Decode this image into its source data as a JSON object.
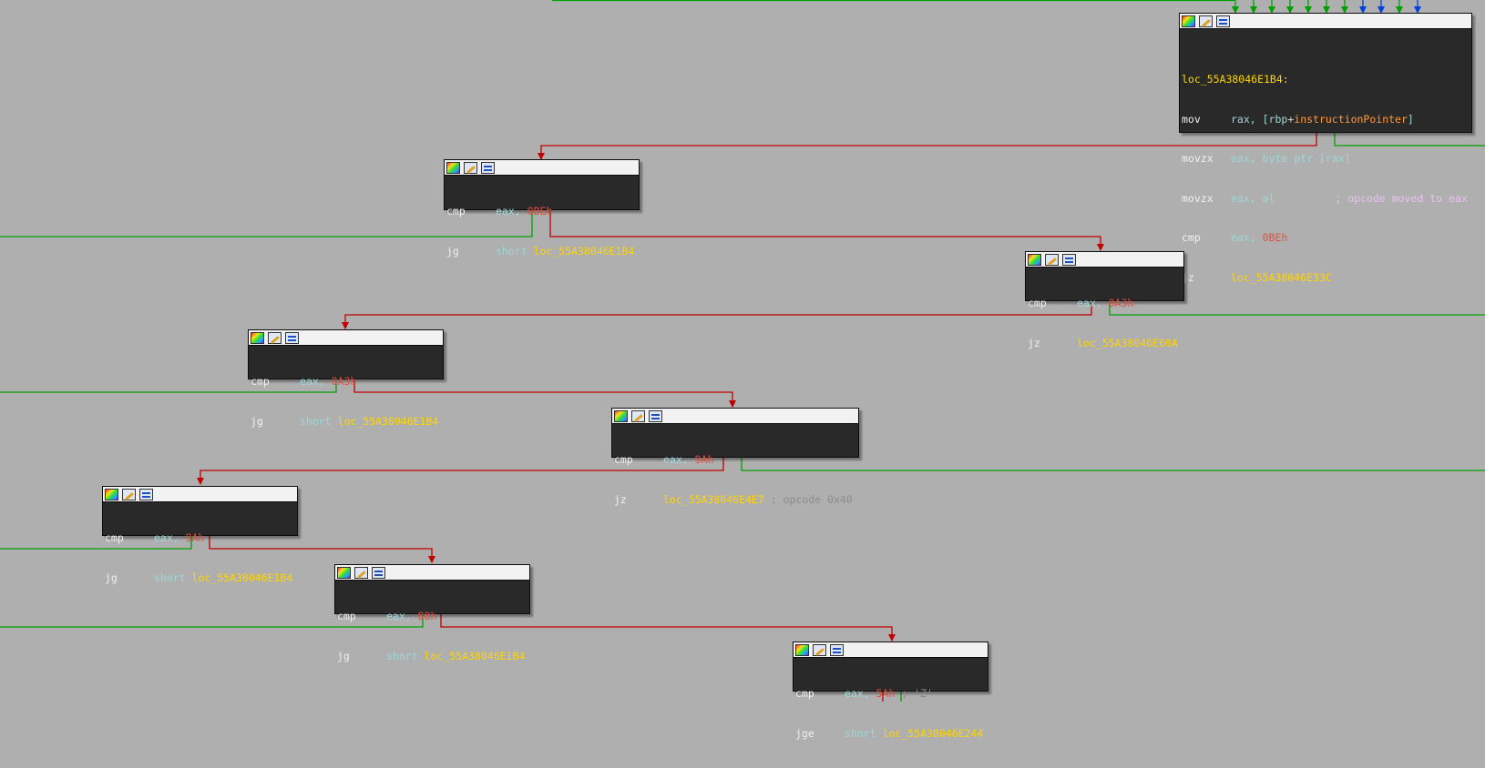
{
  "colors": {
    "background": "#afafaf",
    "node_bg": "#292929",
    "true_edge": "#00a000",
    "false_edge": "#c00000",
    "back_edge": "#0040e0"
  },
  "header_icons": [
    "color-picker-icon",
    "rename-icon",
    "graph-overview-icon"
  ],
  "nodes": {
    "n0": {
      "label": "loc_55A38046E1B4:",
      "l1": {
        "mn": "mov",
        "op1": "rax, [",
        "reg": "rbp",
        "plus": "+",
        "sym": "instructionPointer",
        "close": "]"
      },
      "l2": {
        "mn": "movzx",
        "op1": "eax, byte ptr [",
        "reg": "rax",
        "close": "]"
      },
      "l3": {
        "mn": "movzx",
        "op1": "eax, al",
        "comment": "; opcode moved to eax"
      },
      "l4": {
        "mn": "cmp",
        "op1": "eax, ",
        "num": "0BEh"
      },
      "l5": {
        "mn": "jz",
        "target": "loc_55A38046E33C"
      }
    },
    "n1": {
      "l1": {
        "mn": "cmp",
        "op1": "eax, ",
        "num": "0BEh"
      },
      "l2": {
        "mn": "jg",
        "op1": "short ",
        "target": "loc_55A38046E1B4"
      }
    },
    "n2": {
      "l1": {
        "mn": "cmp",
        "op1": "eax, ",
        "num": "0A3h"
      },
      "l2": {
        "mn": "jz",
        "target": "loc_55A38046E60A"
      }
    },
    "n3": {
      "l1": {
        "mn": "cmp",
        "op1": "eax, ",
        "num": "0A3h"
      },
      "l2": {
        "mn": "jg",
        "op1": "short ",
        "target": "loc_55A38046E1B4"
      }
    },
    "n4": {
      "l1": {
        "mn": "cmp",
        "op1": "eax, ",
        "num": "9Ah"
      },
      "l2": {
        "mn": "jz",
        "target": "loc_55A38046E4E7",
        "comment": " ; opcode 0x40"
      }
    },
    "n5": {
      "l1": {
        "mn": "cmp",
        "op1": "eax, ",
        "num": "9Ah"
      },
      "l2": {
        "mn": "jg",
        "op1": "short ",
        "target": "loc_55A38046E1B4"
      }
    },
    "n6": {
      "l1": {
        "mn": "cmp",
        "op1": "eax, ",
        "num": "88h"
      },
      "l2": {
        "mn": "jg",
        "op1": "short ",
        "target": "loc_55A38046E1B4"
      }
    },
    "n7": {
      "l1": {
        "mn": "cmp",
        "op1": "eax, ",
        "num": "5Ah",
        "comment": " ; 'Z'"
      },
      "l2": {
        "mn": "jge",
        "op1": "short ",
        "target": "loc_55A38046E244"
      }
    }
  }
}
